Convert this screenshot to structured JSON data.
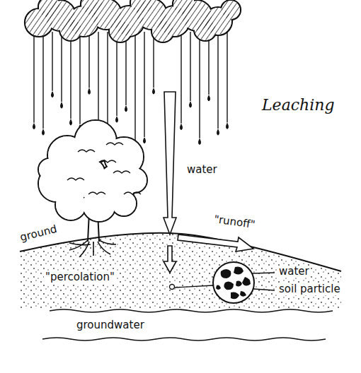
{
  "diagram": {
    "title": "Leaching",
    "labels": [
      "water",
      "\"runoff\"",
      "\"percolation\"",
      "water",
      "soil particle",
      "ground",
      "groundwater"
    ]
  }
}
